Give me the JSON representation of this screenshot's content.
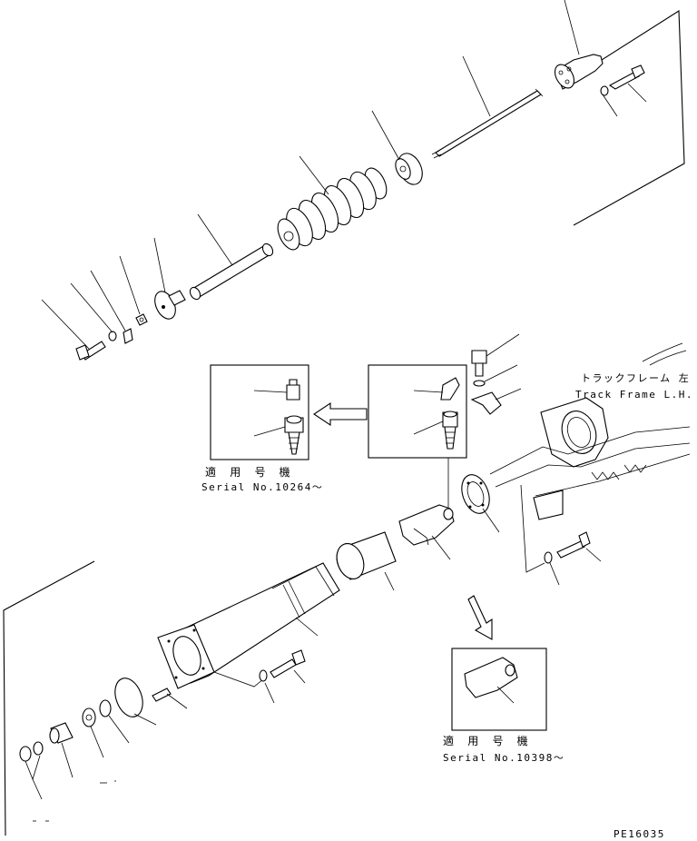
{
  "labels": {
    "track_frame_jp": "トラックフレーム 左",
    "track_frame_en": "Track Frame L.H.",
    "serial_jp_a": "適 用 号 機",
    "serial_a": "Serial No.10264～",
    "serial_jp_b": "適 用 号 機",
    "serial_b": "Serial No.10398～",
    "drawing_code": "PE16035"
  }
}
